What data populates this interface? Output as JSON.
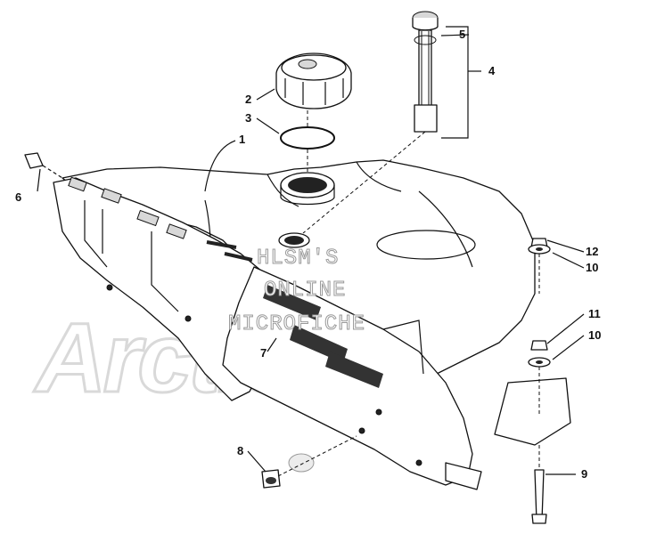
{
  "watermark": {
    "brand": "ArcticCat",
    "line1": "HLSM'S",
    "line2": "ONLINE",
    "line3": "MICROFICHE"
  },
  "callouts": [
    {
      "id": "c1",
      "label": "1"
    },
    {
      "id": "c2",
      "label": "2"
    },
    {
      "id": "c3",
      "label": "3"
    },
    {
      "id": "c4",
      "label": "4"
    },
    {
      "id": "c5",
      "label": "5"
    },
    {
      "id": "c6",
      "label": "6"
    },
    {
      "id": "c7",
      "label": "7"
    },
    {
      "id": "c8",
      "label": "8"
    },
    {
      "id": "c9",
      "label": "9"
    },
    {
      "id": "c10a",
      "label": "10"
    },
    {
      "id": "c10b",
      "label": "10"
    },
    {
      "id": "c11",
      "label": "11"
    },
    {
      "id": "c12",
      "label": "12"
    }
  ]
}
